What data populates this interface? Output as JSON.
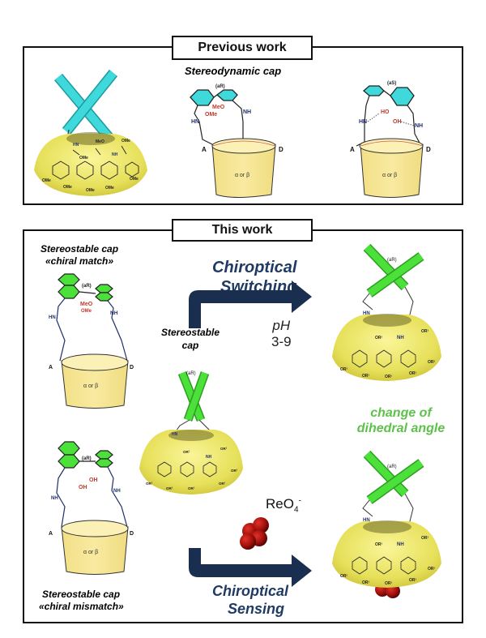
{
  "previous_work": {
    "title": "Previous work",
    "subtitle": "Stereodynamic cap",
    "cap_label_ar": "(aR)",
    "cap_label_as": "(aS)",
    "cone_label": "α or β",
    "label_a": "A",
    "label_d": "D",
    "meo": "MeO",
    "ome": "OMe",
    "ho": "HO",
    "oh": "OH",
    "hn": "HN",
    "nh": "NH",
    "cd_substituent": "OMe"
  },
  "this_work": {
    "title": "This work",
    "match_title_line1": "Stereostable cap",
    "match_title_line2": "«chiral match»",
    "mismatch_title_line1": "Stereostable cap",
    "mismatch_title_line2": "«chiral mismatch»",
    "center_label_line1": "Stereostable",
    "center_label_line2": "cap",
    "switching_line1": "Chiroptical",
    "switching_line2": "Switching",
    "ph_line1": "pH",
    "ph_line2": "3-9",
    "sensing_line1": "Chiroptical",
    "sensing_line2": "Sensing",
    "dihedral_line1": "change of",
    "dihedral_line2": "dihedral angle",
    "anion": "ReO4-",
    "anion_base": "ReO",
    "anion_sub": "4",
    "anion_sup": "-",
    "cap_label_ar": "(aR)",
    "cone_label": "α or β",
    "label_a": "A",
    "label_d": "D",
    "meo": "MeO",
    "ome": "OMe",
    "oh": "OH",
    "hn": "HN",
    "nh": "NH",
    "cd_substituent": "OR¹"
  },
  "colors": {
    "cyan_cap": "#3fd9dc",
    "green_cap": "#4be03a",
    "cone_yellow": "#f3e48a",
    "cd_yellow": "#e8e36a",
    "arrow_navy": "#1a2f4f",
    "heteroatom_red": "#c0392b",
    "amine_blue": "#1f2f6b",
    "anion_red": "#b3140f"
  }
}
